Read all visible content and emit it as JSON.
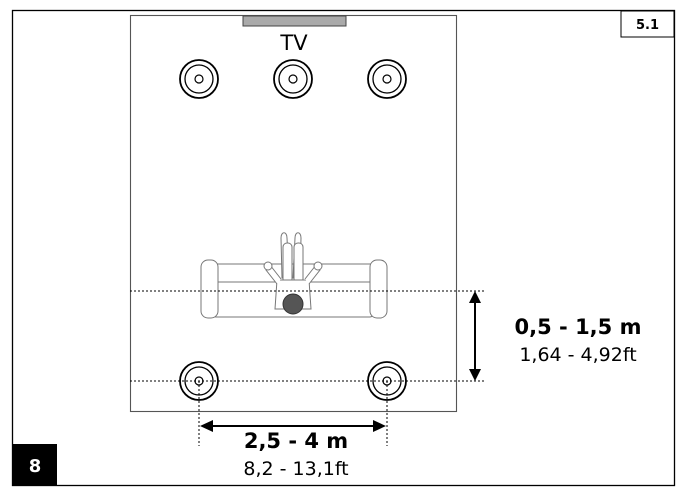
{
  "figure_badge": "5.1",
  "page_number": "8",
  "tv_label": "TV",
  "seating_distance": {
    "metric": "0,5 - 1,5 m",
    "imperial": "1,64 - 4,92ft"
  },
  "speaker_spacing": {
    "metric": "2,5 - 4 m",
    "imperial": "8,2 - 13,1ft"
  },
  "colors": {
    "line": "#000000",
    "tv_bar": "#aaaaaa",
    "page_badge_bg": "#000000",
    "page_badge_text": "#ffffff",
    "head": "#555555"
  }
}
